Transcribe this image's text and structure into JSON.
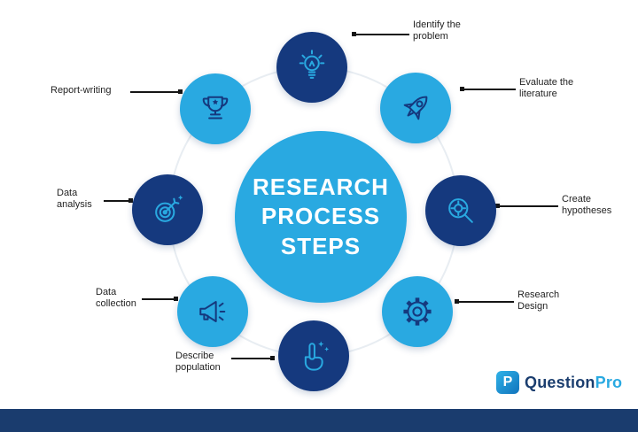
{
  "title": {
    "lines": "RESEARCH\nPROCESS\nSTEPS"
  },
  "steps": [
    {
      "id": "identify-problem",
      "label": "Identify the\nproblem",
      "icon": "lightbulb-icon",
      "circle_color": "navy"
    },
    {
      "id": "evaluate-literature",
      "label": "Evaluate the\nliterature",
      "icon": "rocket-icon",
      "circle_color": "light_blue"
    },
    {
      "id": "create-hypotheses",
      "label": "Create\nhypotheses",
      "icon": "magnifier-target-icon",
      "circle_color": "navy"
    },
    {
      "id": "research-design",
      "label": "Research\nDesign",
      "icon": "gear-icon",
      "circle_color": "light_blue"
    },
    {
      "id": "describe-population",
      "label": "Describe\npopulation",
      "icon": "tap-hand-icon",
      "circle_color": "navy"
    },
    {
      "id": "data-collection",
      "label": "Data\ncollection",
      "icon": "megaphone-icon",
      "circle_color": "light_blue"
    },
    {
      "id": "data-analysis",
      "label": "Data\nanalysis",
      "icon": "dartboard-icon",
      "circle_color": "navy"
    },
    {
      "id": "report-writing",
      "label": "Report-writing",
      "icon": "trophy-icon",
      "circle_color": "light_blue"
    }
  ],
  "logo": {
    "icon_letter": "P",
    "brand_primary": "Question",
    "brand_secondary": "Pro"
  },
  "colors": {
    "light_blue": "#29A9E1",
    "navy_node": "#15397E",
    "footer_navy": "#1A3C6E",
    "label_text": "#232323",
    "center_text": "#FFFFFF"
  }
}
